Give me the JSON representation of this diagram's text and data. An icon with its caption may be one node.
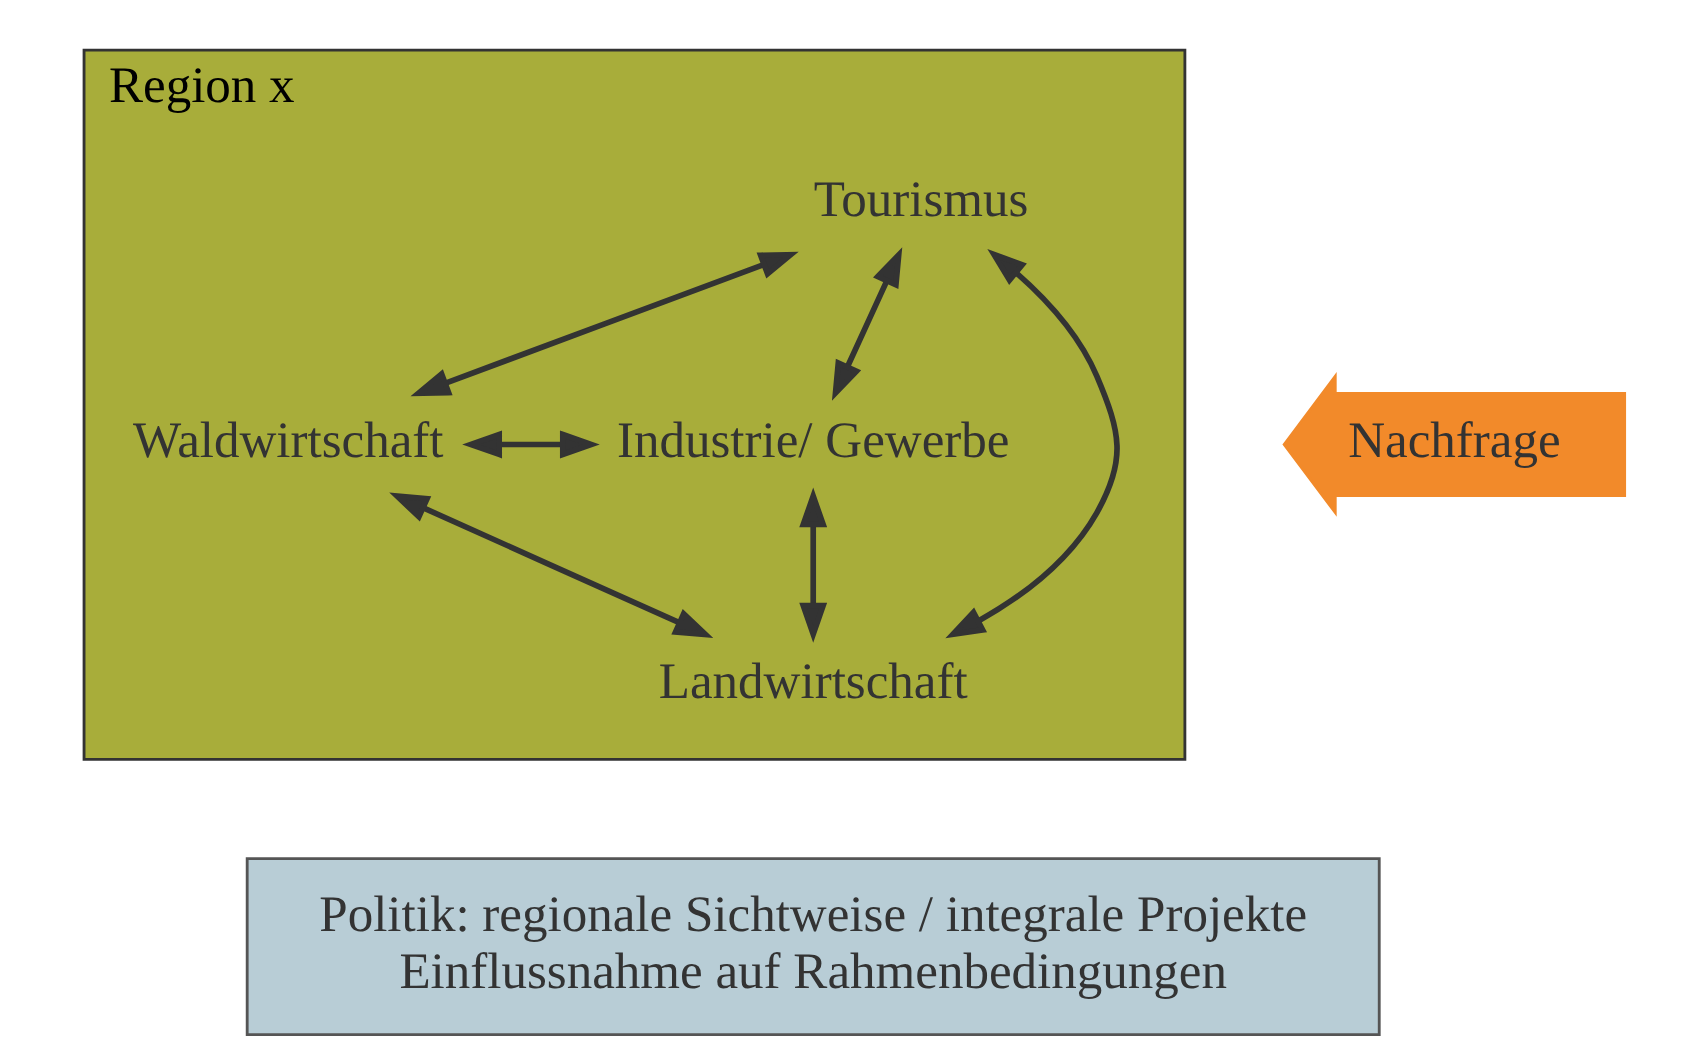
{
  "diagram": {
    "nodes": [
      {
        "text": [
          "Region x"
        ]
      },
      {
        "text": [
          "Tourismus"
        ],
        "in": 0
      },
      {
        "text": [
          "Waldwirtschaft"
        ],
        "in": 0
      },
      {
        "text": [
          "Industrie/ Gewerbe"
        ],
        "in": 0
      },
      {
        "text": [
          "Landwirtschaft"
        ],
        "in": 0
      },
      {
        "text": [
          "Nachfrage"
        ]
      },
      {
        "text": [
          "Politik: regionale Sichtweise / integrale Projekte",
          "Einflussnahme auf Rahmenbedingungen"
        ]
      }
    ],
    "edges": [
      {
        "from": 1,
        "to": 2,
        "arrow": "both"
      },
      {
        "from": 1,
        "to": 3,
        "arrow": "both"
      },
      {
        "from": 1,
        "to": 4,
        "arrow": "both"
      },
      {
        "from": 2,
        "to": 3,
        "arrow": "both"
      },
      {
        "from": 2,
        "to": 4,
        "arrow": "both"
      },
      {
        "from": 3,
        "to": 4,
        "arrow": "both"
      }
    ]
  }
}
